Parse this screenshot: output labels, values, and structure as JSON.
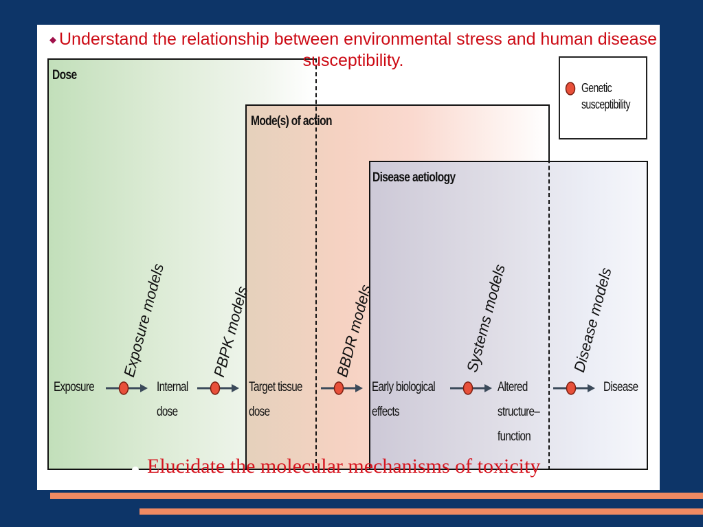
{
  "slide": {
    "title": "Understand the relationship between environmental stress and human disease susceptibility.",
    "bottom_bullet": "Elucidate the molecular mechanisms of toxicity"
  },
  "diagram": {
    "boxes": {
      "dose": "Dose",
      "mode_of_action": "Mode(s) of action",
      "disease_aetiology": "Disease aetiology"
    },
    "legend": {
      "marker_color": "#e8503a",
      "text": "Genetic susceptibility"
    },
    "steps": {
      "exposure": "Exposure",
      "internal_dose_1": "Internal",
      "internal_dose_2": "dose",
      "target_tissue_1": "Target tissue",
      "target_tissue_2": "dose",
      "early_effects_1": "Early biological",
      "early_effects_2": "effects",
      "altered_1": "Altered",
      "altered_2": "structure–",
      "altered_3": "function",
      "disease": "Disease"
    },
    "models": {
      "exposure": "Exposure models",
      "pbpk": "PBPK models",
      "bbdr": "BBDR models",
      "systems": "Systems models",
      "disease": "Disease models"
    }
  },
  "colors": {
    "background": "#0d3568",
    "title_text": "#cc0a14",
    "accent_stripe": "#f08a62",
    "dose_green": "#c2dfba",
    "action_peach": "#f6d2c2",
    "disease_lavender": "#cdc9d7"
  }
}
